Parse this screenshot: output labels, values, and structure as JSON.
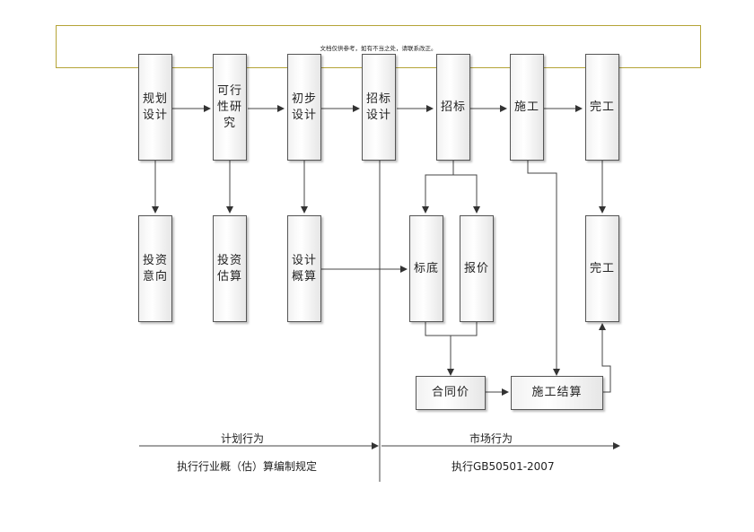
{
  "header": {
    "note": "文档仅供参考，如有不当之处，请联系改正。"
  },
  "nodes": {
    "plan_design": "规划\n设计",
    "feasibility": "可行\n性研\n究",
    "prelim_design": "初步\n设计",
    "tender_design": "招标\n设计",
    "tender": "招标",
    "construction": "施工",
    "completion": "完工",
    "invest_intent": "投资\n意向",
    "invest_estimate": "投资\n估算",
    "design_budget": "设计\n概算",
    "base_price": "标底",
    "quote": "报价",
    "completion_settle": "完工",
    "contract_price": "合同价",
    "construction_settle": "施工结算"
  },
  "phases": {
    "planned": "计划行为",
    "market": "市场行为",
    "planned_rule": "执行行业概（估）算编制规定",
    "market_rule": "执行GB50501-2007"
  }
}
